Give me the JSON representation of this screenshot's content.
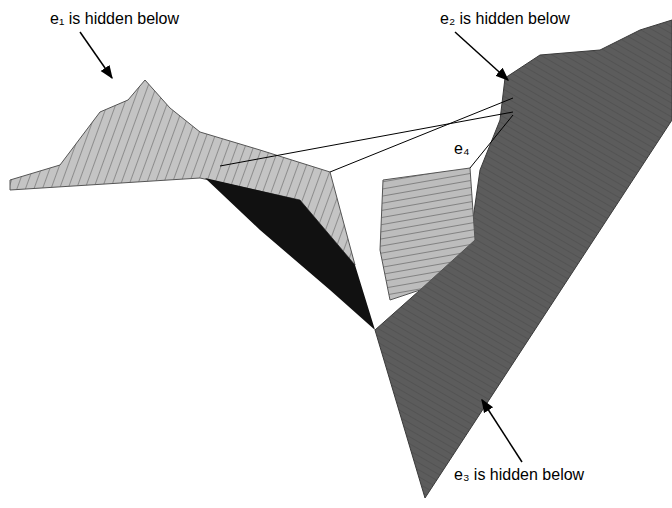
{
  "diagram": {
    "labels": [
      "e₁ is hidden below",
      "e₂ is hidden below",
      "e₃ is hidden below",
      "e₄"
    ]
  }
}
